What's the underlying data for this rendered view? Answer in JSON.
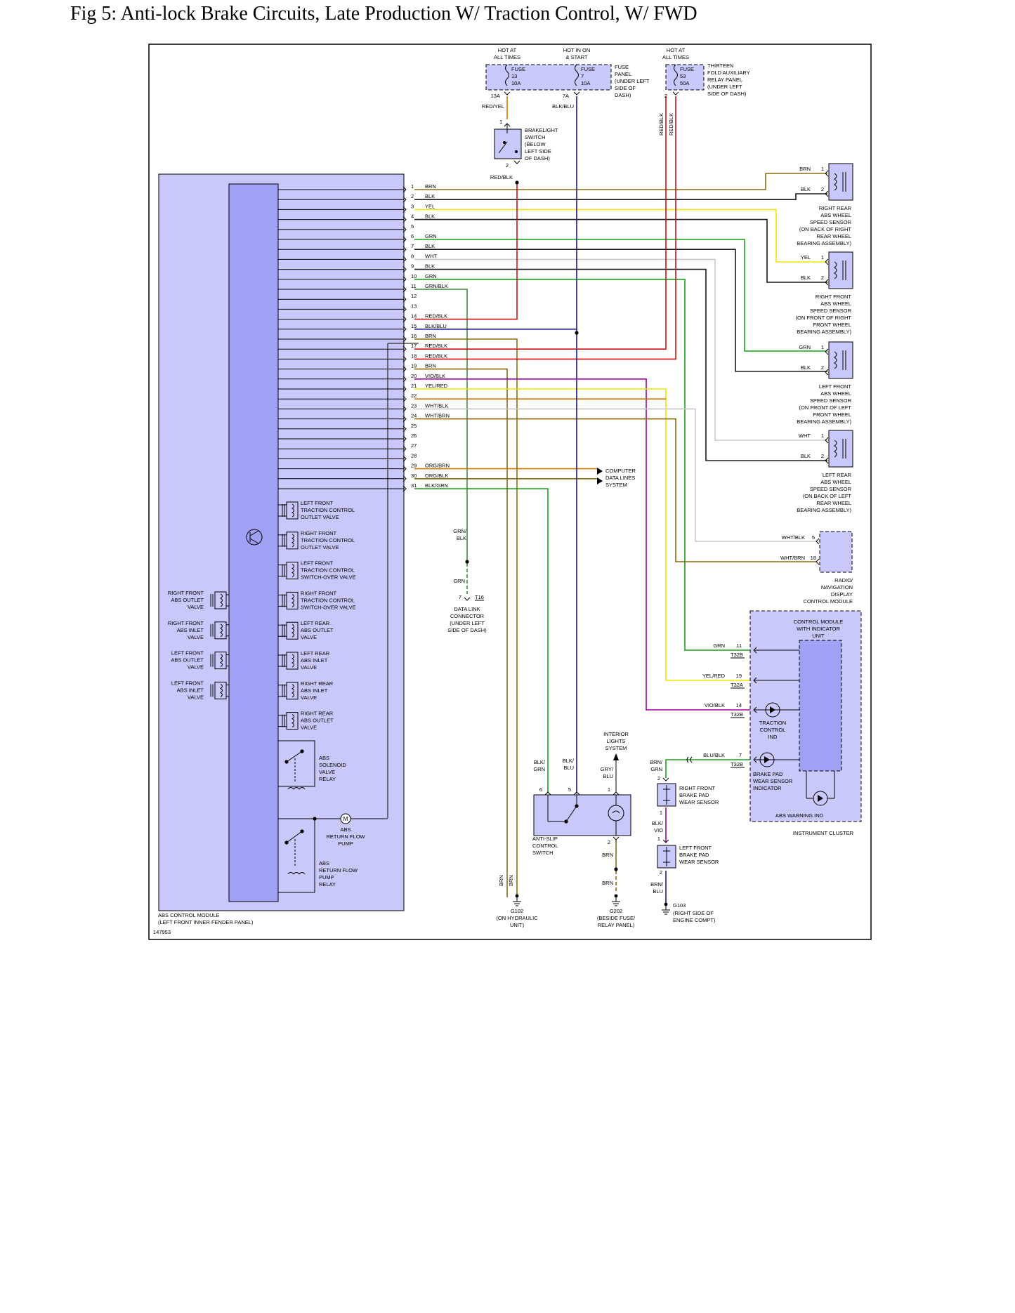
{
  "figure": {
    "title": "Fig 5: Anti-lock Brake Circuits, Late Production W/ Traction Control, W/ FWD",
    "figure_id": "147953"
  },
  "power": [
    {
      "l1": "HOT AT",
      "l2": "ALL TIMES",
      "fuse": "FUSE",
      "num": "13",
      "amp": "10A",
      "terminal": "13A",
      "wire": "RED/YEL"
    },
    {
      "l1": "HOT IN ON",
      "l2": "& START",
      "fuse": "FUSE",
      "num": "7",
      "amp": "10A",
      "terminal": "7A",
      "wire": "BLK/BLU"
    },
    {
      "l1": "HOT AT",
      "l2": "ALL TIMES",
      "fuse": "FUSE",
      "num": "53",
      "amp": "50A",
      "terminal": "2",
      "wire": "RED/BLK"
    }
  ],
  "fuse_panel_label": [
    "FUSE",
    "PANEL",
    "(UNDER LEFT",
    "SIDE OF",
    "DASH)"
  ],
  "relay_panel_label": [
    "THIRTEEN",
    "FOLD AUXILIARY",
    "RELAY PANEL",
    "(UNDER LEFT",
    "SIDE OF DASH)"
  ],
  "wire_red_blk_2": "RED/BLK",
  "brakelight": {
    "label": [
      "BRAKELIGHT",
      "SWITCH",
      "(BELOW",
      "LEFT SIDE",
      "OF DASH)"
    ],
    "pin_top": "1",
    "pin_bottom": "2",
    "wire_out": "RED/BLK"
  },
  "abs_pins": [
    {
      "n": "1",
      "wire": "BRN"
    },
    {
      "n": "2",
      "wire": "BLK"
    },
    {
      "n": "3",
      "wire": "YEL"
    },
    {
      "n": "4",
      "wire": "BLK"
    },
    {
      "n": "5",
      "wire": ""
    },
    {
      "n": "6",
      "wire": "GRN"
    },
    {
      "n": "7",
      "wire": "BLK"
    },
    {
      "n": "8",
      "wire": "WHT"
    },
    {
      "n": "9",
      "wire": "BLK"
    },
    {
      "n": "10",
      "wire": "GRN"
    },
    {
      "n": "11",
      "wire": "GRN/BLK"
    },
    {
      "n": "12",
      "wire": ""
    },
    {
      "n": "13",
      "wire": ""
    },
    {
      "n": "14",
      "wire": "RED/BLK"
    },
    {
      "n": "15",
      "wire": "BLK/BLU"
    },
    {
      "n": "16",
      "wire": "BRN"
    },
    {
      "n": "17",
      "wire": "RED/BLK"
    },
    {
      "n": "18",
      "wire": "RED/BLK"
    },
    {
      "n": "19",
      "wire": "BRN"
    },
    {
      "n": "20",
      "wire": "VIO/BLK"
    },
    {
      "n": "21",
      "wire": "YEL/RED"
    },
    {
      "n": "22",
      "wire": ""
    },
    {
      "n": "23",
      "wire": "WHT/BLK"
    },
    {
      "n": "24",
      "wire": "WHT/BRN"
    },
    {
      "n": "25",
      "wire": ""
    },
    {
      "n": "26",
      "wire": ""
    },
    {
      "n": "27",
      "wire": ""
    },
    {
      "n": "28",
      "wire": ""
    },
    {
      "n": "29",
      "wire": "ORG/BRN"
    },
    {
      "n": "30",
      "wire": "ORG/BLK"
    },
    {
      "n": "31",
      "wire": "BLK/GRN"
    }
  ],
  "sensors": [
    {
      "w1": "BRN",
      "p1": "1",
      "w2": "BLK",
      "p2": "2",
      "label": [
        "RIGHT REAR",
        "ABS WHEEL",
        "SPEED SENSOR",
        "(ON BACK OF RIGHT",
        "REAR WHEEL",
        "BEARING ASSEMBLY)"
      ]
    },
    {
      "w1": "YEL",
      "p1": "1",
      "w2": "BLK",
      "p2": "2",
      "label": [
        "RIGHT FRONT",
        "ABS WHEEL",
        "SPEED SENSOR",
        "(ON FRONT OF RIGHT",
        "FRONT WHEEL",
        "BEARING ASSEMBLY)"
      ]
    },
    {
      "w1": "GRN",
      "p1": "1",
      "w2": "BLK",
      "p2": "2",
      "label": [
        "LEFT FRONT",
        "ABS WHEEL",
        "SPEED SENSOR",
        "(ON FRONT OF LEFT",
        "FRONT WHEEL",
        "BEARING ASSEMBLY)"
      ]
    },
    {
      "w1": "WHT",
      "p1": "1",
      "w2": "BLK",
      "p2": "2",
      "label": [
        "LEFT REAR",
        "ABS WHEEL",
        "SPEED SENSOR",
        "(ON BACK OF LEFT",
        "REAR WHEEL",
        "BEARING ASSEMBLY)"
      ]
    }
  ],
  "radio": {
    "w1": "WHT/BLK",
    "p1": "5",
    "w2": "WHT/BRN",
    "p2": "18",
    "label": [
      "RADIO/",
      "NAVIGATION",
      "DISPLAY",
      "CONTROL MODULE"
    ]
  },
  "computer": [
    "COMPUTER",
    "DATA LINES",
    "SYSTEM"
  ],
  "dlc": {
    "wire_top": [
      "GRN/",
      "BLK"
    ],
    "wire_bottom": "GRN",
    "pin": "7",
    "conn": "T16",
    "label": [
      "DATA LINK",
      "CONNECTOR",
      "(UNDER LEFT",
      "SIDE OF DASH)"
    ]
  },
  "valves_inner": [
    [
      "LEFT FRONT",
      "TRACTION CONTROL",
      "OUTLET VALVE"
    ],
    [
      "RIGHT FRONT",
      "TRACTION CONTROL",
      "OUTLET VALVE"
    ],
    [
      "LEFT FRONT",
      "TRACTION CONTROL",
      "SWITCH-OVER VALVE"
    ],
    [
      "RIGHT FRONT",
      "TRACTION CONTROL",
      "SWITCH-OVER VALVE"
    ],
    [
      "LEFT REAR",
      "ABS OUTLET",
      "VALVE"
    ],
    [
      "LEFT REAR",
      "ABS INLET",
      "VALVE"
    ],
    [
      "RIGHT REAR",
      "ABS INLET",
      "VALVE"
    ],
    [
      "RIGHT REAR",
      "ABS OUTLET",
      "VALVE"
    ]
  ],
  "valves_left": [
    [
      "RIGHT FRONT",
      "ABS OUTLET",
      "VALVE"
    ],
    [
      "RIGHT FRONT",
      "ABS INLET",
      "VALVE"
    ],
    [
      "LEFT FRONT",
      "ABS OUTLET",
      "VALVE"
    ],
    [
      "LEFT FRONT",
      "ABS INLET",
      "VALVE"
    ]
  ],
  "relays": {
    "solenoid": [
      "ABS",
      "SOLENOID",
      "VALVE",
      "RELAY"
    ],
    "pump": [
      "ABS",
      "RETURN FLOW",
      "PUMP"
    ],
    "pump_relay": [
      "ABS",
      "RETURN FLOW",
      "PUMP",
      "RELAY"
    ]
  },
  "abs_module_label": [
    "ABS CONTROL MODULE",
    "(LEFT FRONT INNER FENDER PANEL)"
  ],
  "cluster": {
    "module_label": [
      "CONTROL MODULE",
      "WITH INDICATOR",
      "UNIT"
    ],
    "rows": [
      {
        "wire": "GRN",
        "pin": "11",
        "conn": "T32B"
      },
      {
        "wire": "YEL/RED",
        "pin": "19",
        "conn": "T32A"
      },
      {
        "wire": "VIO/BLK",
        "pin": "14",
        "conn": "T32B"
      },
      {
        "wire": "BLU/BLK",
        "pin": "7",
        "conn": "T32B"
      }
    ],
    "tc_ind": [
      "TRACTION",
      "CONTROL",
      "IND"
    ],
    "brake_ind": [
      "BRAKE PAD",
      "WEAR SENSOR",
      "INDICATOR"
    ],
    "abs_ind": "ABS WARNING IND",
    "label": "INSTRUMENT CLUSTER"
  },
  "interior": [
    "INTERIOR",
    "LIGHTS",
    "SYSTEM"
  ],
  "antislip": {
    "label": [
      "ANTI-SLIP",
      "CONTROL",
      "SWITCH"
    ],
    "w6": [
      "BLK/",
      "GRN"
    ],
    "p6": "6",
    "w5": [
      "BLK/",
      "BLU"
    ],
    "p5": "5",
    "w1": [
      "GRY/",
      "BLU"
    ],
    "p1": "1",
    "p2": "2",
    "w2": "BRN",
    "w2b": "BRN"
  },
  "pads": {
    "rf": {
      "wire_top": [
        "BRN/",
        "GRN"
      ],
      "p_top": "2",
      "p_bot": "1",
      "label": [
        "RIGHT FRONT",
        "BRAKE PAD",
        "WEAR SENSOR"
      ]
    },
    "mid_wire": [
      "BLK/",
      "VIO"
    ],
    "lf": {
      "p_top": "1",
      "p_bot": "2",
      "label": [
        "LEFT FRONT",
        "BRAKE PAD",
        "WEAR SENSOR"
      ]
    },
    "bottom_wire": [
      "BRN/",
      "BLU"
    ]
  },
  "grounds": [
    {
      "name": "G102",
      "label": [
        "(ON HYDRAULIC",
        "UNIT)"
      ]
    },
    {
      "name": "G202",
      "label": [
        "(BESIDE FUSE/",
        "RELAY PANEL)"
      ]
    },
    {
      "name": "G103",
      "label": [
        "(RIGHT SIDE OF",
        "ENGINE COMPT)"
      ]
    }
  ],
  "ground_wires": [
    "BRN",
    "BRN"
  ],
  "colors": {
    "module_fill": "#c8c8fa",
    "module_dark": "#a0a0f5",
    "brn": "#8a6a10",
    "blk": "#1a1a1a",
    "yel": "#f2e600",
    "grn": "#1aa01a",
    "wht": "#c8c8c8",
    "red": "#c81414",
    "blu": "#1a1a80",
    "vio": "#a000a0",
    "org": "#d27800",
    "grn_blk": "#3c8c3c"
  }
}
